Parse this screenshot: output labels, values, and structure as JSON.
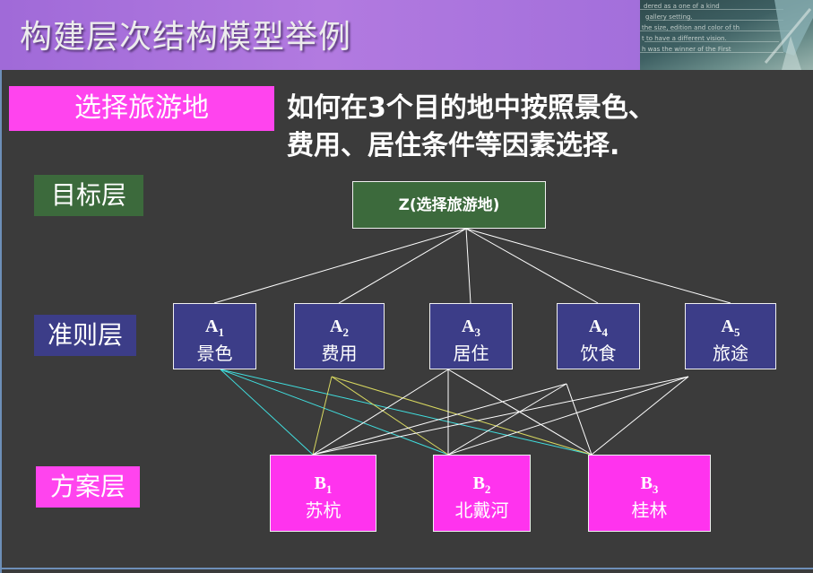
{
  "header": {
    "title": "构建层次结构模型举例"
  },
  "topic": {
    "label": "选择旅游地"
  },
  "question": {
    "line1": "如何在3个目的地中按照景色、",
    "line2": "费用、居住条件等因素选择."
  },
  "levels": {
    "goal": "目标层",
    "criteria": "准则层",
    "scheme": "方案层"
  },
  "goal_node": {
    "text": "Z(选择旅游地)"
  },
  "criteria": [
    {
      "code": "A",
      "sub": "1",
      "name": "景色"
    },
    {
      "code": "A",
      "sub": "2",
      "name": "费用"
    },
    {
      "code": "A",
      "sub": "3",
      "name": "居住"
    },
    {
      "code": "A",
      "sub": "4",
      "name": "饮食"
    },
    {
      "code": "A",
      "sub": "5",
      "name": "旅途"
    }
  ],
  "alternatives": [
    {
      "code": "B",
      "sub": "1",
      "name": "苏杭"
    },
    {
      "code": "B",
      "sub": "2",
      "name": "北戴河"
    },
    {
      "code": "B",
      "sub": "3",
      "name": "桂林"
    }
  ],
  "colors": {
    "header_purple": "#a56fdc",
    "goal_green": "#3c6a3c",
    "criteria_navy": "#3c3d88",
    "alternative_magenta": "#ff33ee",
    "link_white": "#ffffff",
    "link_cyan": "#40e0e0",
    "link_yellow": "#d8d860",
    "background": "#3b3b3b"
  }
}
